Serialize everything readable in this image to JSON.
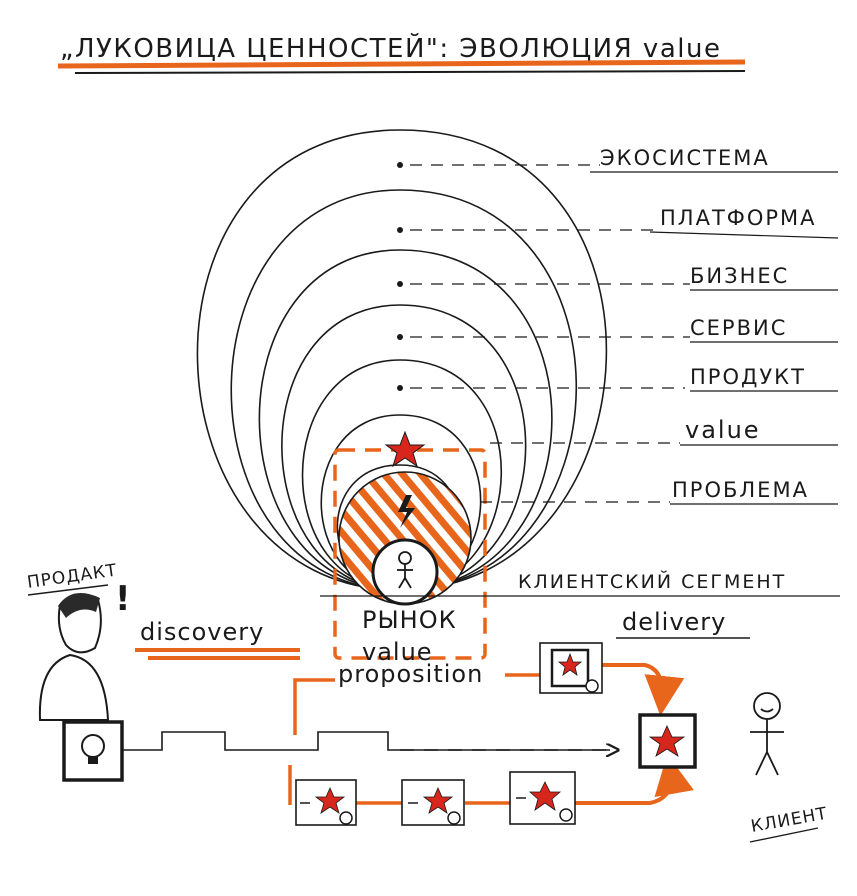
{
  "title": "„ЛУКОВИЦА ЦЕННОСТЕЙ\": ЭВОЛЮЦИЯ value",
  "layers": [
    {
      "label": "ЭКОСИСТЕМА"
    },
    {
      "label": "ПЛАТФОРМА"
    },
    {
      "label": "БИЗНЕС"
    },
    {
      "label": "СЕРВИС"
    },
    {
      "label": "ПРОДУКТ"
    },
    {
      "label": "value"
    },
    {
      "label": "ПРОБЛЕМА"
    }
  ],
  "segment_label": "КЛИЕНТСКИЙ СЕГМЕНТ",
  "market_label": "РЫНОК",
  "value_prop_line1": "value",
  "value_prop_line2": "proposition",
  "product_person_label": "ПРОДАКТ",
  "discovery_label": "discovery",
  "delivery_label": "delivery",
  "client_label": "КЛИЕНТ",
  "colors": {
    "ink": "#1a1a1a",
    "accent": "#e8651c",
    "star": "#d7261c"
  },
  "icons": [
    "person-icon",
    "lightbulb-icon",
    "star-icon",
    "lightning-icon",
    "exclamation-icon"
  ]
}
